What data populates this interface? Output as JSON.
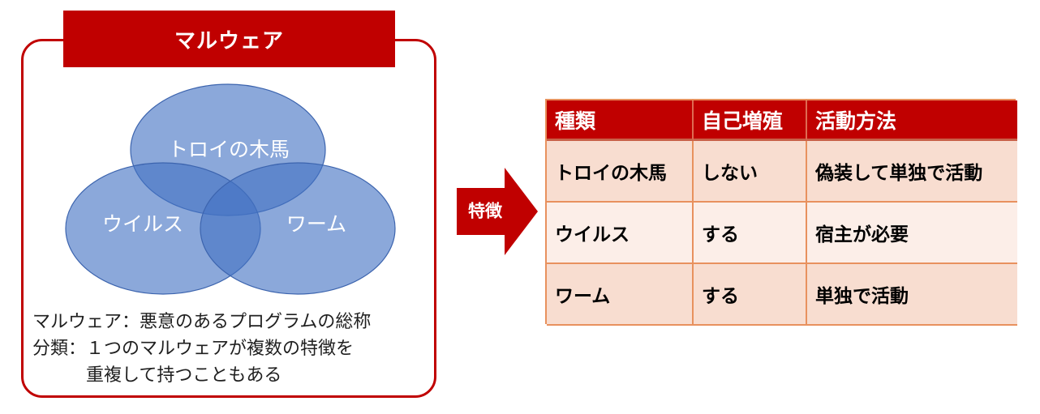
{
  "colors": {
    "accent_red": "#C00000",
    "table_border_orange": "#E8915E",
    "table_row_odd": "#F8DDD0",
    "table_row_even": "#FCEEE8",
    "venn_fill_blue": "#4472C4",
    "venn_stroke_blue": "#3C64AE"
  },
  "malware_box": {
    "title": "マルウェア",
    "venn_labels": {
      "trojan": "トロイの木馬",
      "virus": "ウイルス",
      "worm": "ワーム"
    },
    "caption_lines": [
      "マルウェア：悪意のあるプログラムの総称",
      "分類：１つのマルウェアが複数の特徴を",
      "重複して持つこともある"
    ]
  },
  "arrow": {
    "label": "特徴"
  },
  "table": {
    "headers": [
      "種類",
      "自己増殖",
      "活動方法"
    ],
    "rows": [
      [
        "トロイの木馬",
        "しない",
        "偽装して単独で活動"
      ],
      [
        "ウイルス",
        "する",
        "宿主が必要"
      ],
      [
        "ワーム",
        "する",
        "単独で活動"
      ]
    ]
  }
}
